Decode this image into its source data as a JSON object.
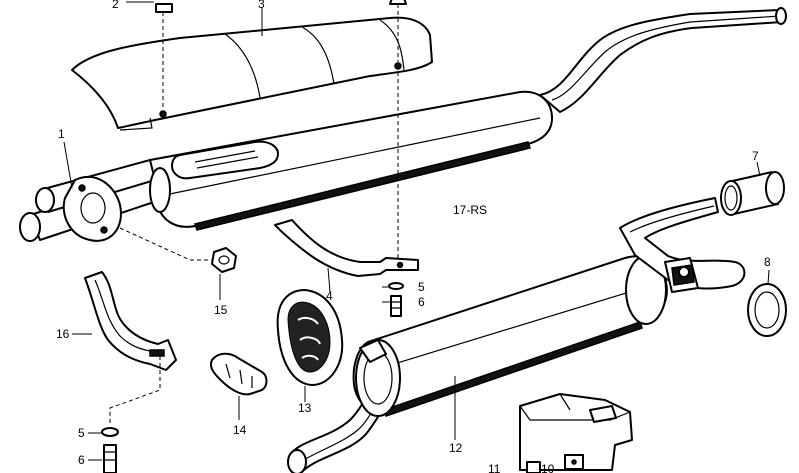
{
  "diagram": {
    "callouts": {
      "c1": "1",
      "c2": "2",
      "c3": "3",
      "c4": "4",
      "c5a": "5",
      "c6a": "6",
      "c7": "7",
      "c8": "8",
      "c12": "12",
      "c13": "13",
      "c14": "14",
      "c15": "15",
      "c16": "16",
      "c17": "17",
      "c17_suffix": "-RS",
      "c5b": "5",
      "c6b": "6",
      "c11": "11",
      "c10": "10"
    }
  }
}
